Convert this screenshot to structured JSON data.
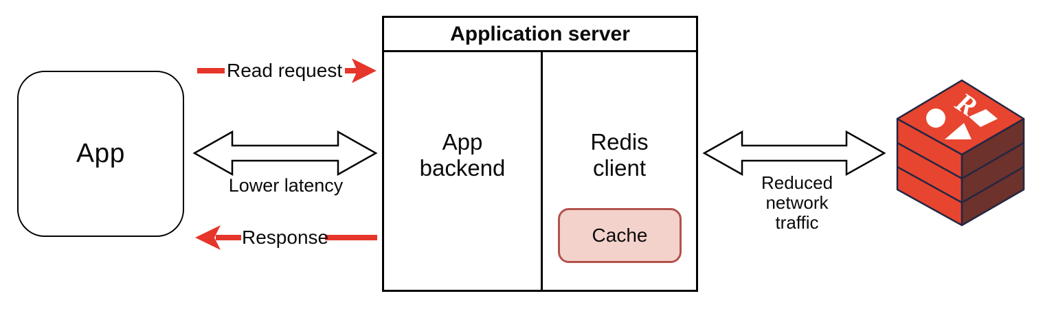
{
  "diagram": {
    "app": {
      "label": "App"
    },
    "application_server": {
      "title": "Application server",
      "left_column": {
        "line1": "App",
        "line2": "backend"
      },
      "right_column": {
        "line1": "Redis",
        "line2": "client"
      },
      "cache": {
        "label": "Cache"
      }
    },
    "labels": {
      "read_request": "Read request",
      "response": "Response",
      "lower_latency": "Lower latency",
      "reduced_network": {
        "line1": "Reduced",
        "line2": "network",
        "line3": "traffic"
      }
    },
    "redis_logo": "redis-cube-logo",
    "colors": {
      "arrow_red": "#e6352a",
      "cache_fill": "#f4d2cc",
      "cache_border": "#b2524b",
      "cube_red": "#e7452f",
      "cube_dark": "#6d322b",
      "cube_outline": "#232743"
    }
  }
}
